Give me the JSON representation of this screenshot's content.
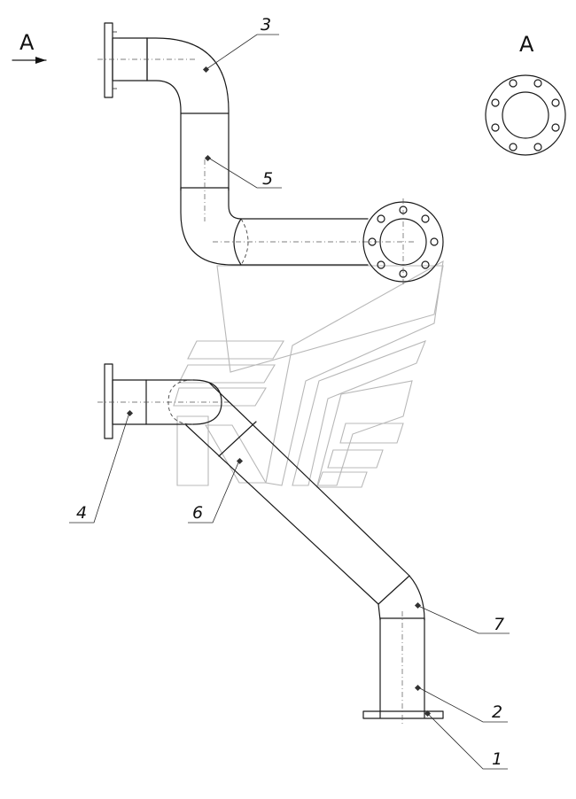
{
  "view_labels": {
    "arrow_label": "A",
    "section_label": "A"
  },
  "callouts": [
    {
      "id": "1",
      "text": "1"
    },
    {
      "id": "2",
      "text": "2"
    },
    {
      "id": "3",
      "text": "3"
    },
    {
      "id": "4",
      "text": "4"
    },
    {
      "id": "5",
      "text": "5"
    },
    {
      "id": "6",
      "text": "6"
    },
    {
      "id": "7",
      "text": "7"
    }
  ],
  "colors": {
    "line": "#1a1a1a",
    "watermark": "#b8b8b8",
    "background": "#ffffff"
  }
}
